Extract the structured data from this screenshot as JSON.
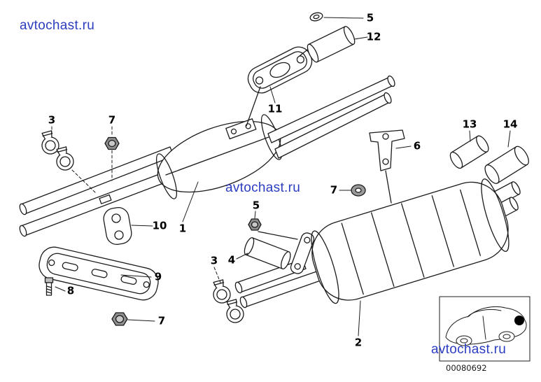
{
  "watermarks": {
    "top_left": "avtochast.ru",
    "center": "avtochast.ru",
    "bottom_right": "avtochast.ru"
  },
  "part_number": "00080692",
  "callouts": [
    {
      "label": "1"
    },
    {
      "label": "2"
    },
    {
      "label": "3"
    },
    {
      "label": "3"
    },
    {
      "label": "4"
    },
    {
      "label": "5"
    },
    {
      "label": "5"
    },
    {
      "label": "6"
    },
    {
      "label": "7"
    },
    {
      "label": "7"
    },
    {
      "label": "7"
    },
    {
      "label": "8"
    },
    {
      "label": "9"
    },
    {
      "label": "10"
    },
    {
      "label": "11"
    },
    {
      "label": "12"
    },
    {
      "label": "13"
    },
    {
      "label": "14"
    }
  ],
  "colors": {
    "watermark": "#2b3cc1",
    "line": "#1b1b1b",
    "background": "#ffffff"
  }
}
